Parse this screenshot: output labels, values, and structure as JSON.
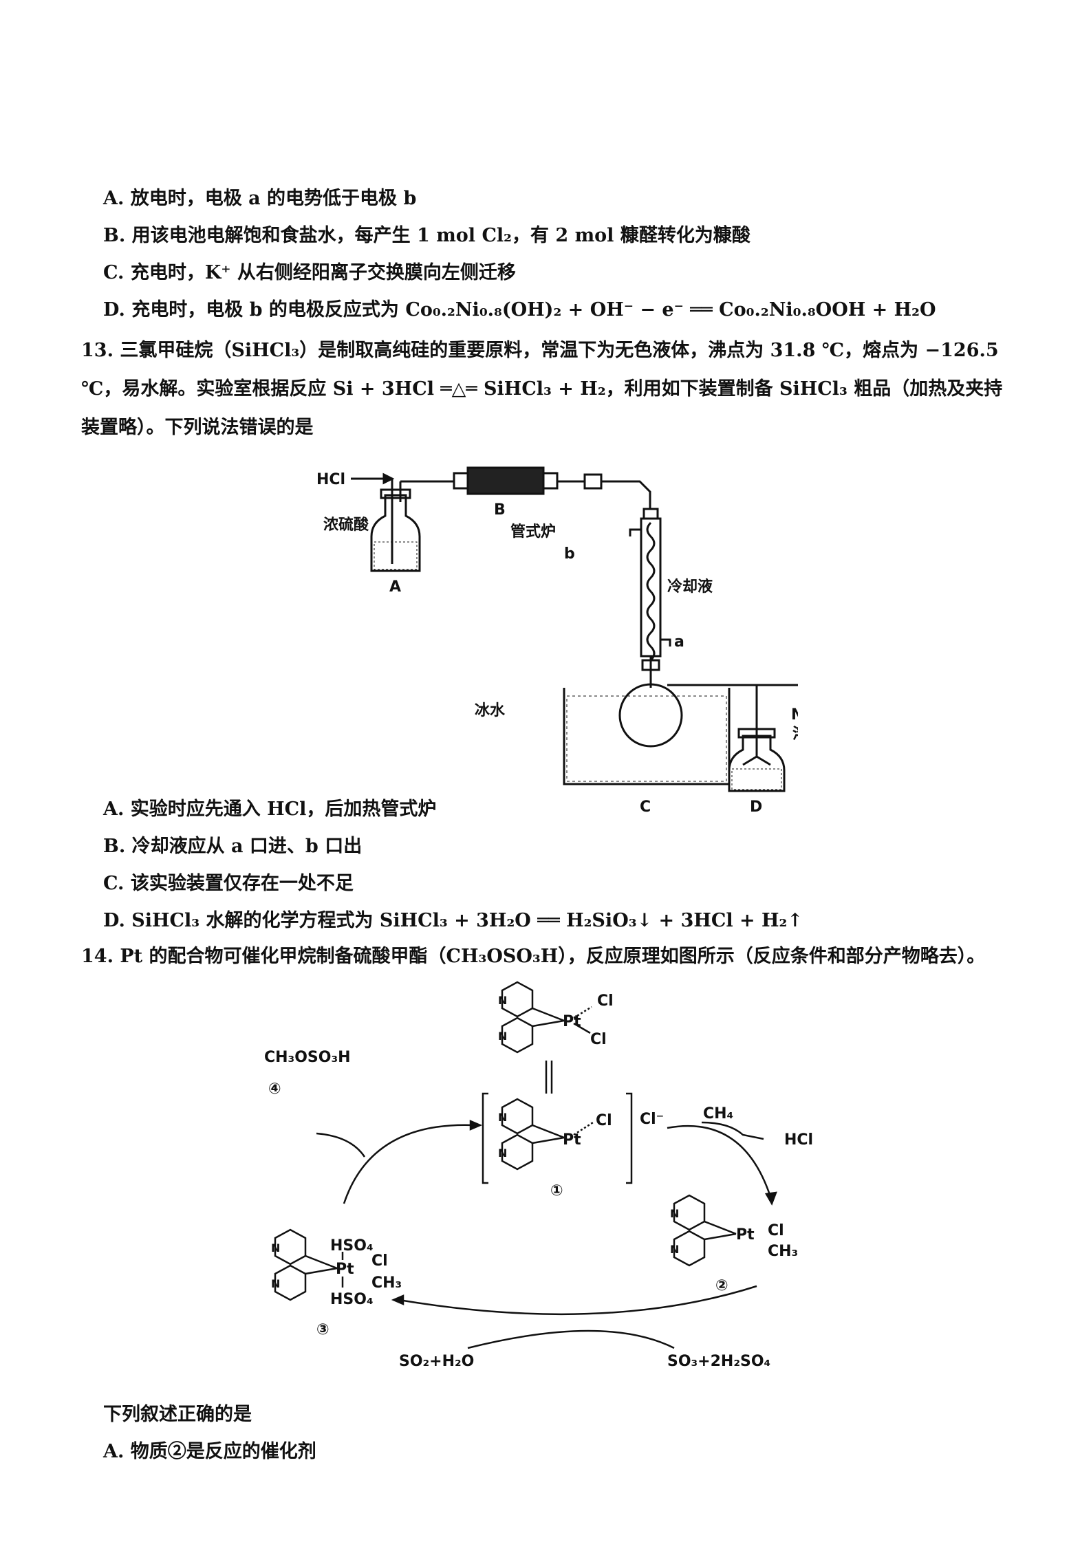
{
  "q12_options": [
    "A. 放电时，电极 a 的电势低于电极 b",
    "B. 用该电池电解饱和食盐水，每产生 1 mol Cl₂，有 2 mol 糠醛转化为糠酸",
    "C. 充电时，K⁺ 从右侧经阳离子交换膜向左侧迁移",
    "D. 充电时，电极 b 的电极反应式为 Co₀.₂Ni₀.₈(OH)₂ + OH⁻ − e⁻ ══ Co₀.₂Ni₀.₈OOH + H₂O"
  ],
  "q13": {
    "stem": "13. 三氯甲硅烷（SiHCl₃）是制取高纯硅的重要原料，常温下为无色液体，沸点为 31.8 ℃，熔点为 −126.5 ℃，易水解。实验室根据反应 Si + 3HCl ═△═ SiHCl₃ + H₂，利用如下装置制备 SiHCl₃ 粗品（加热及夹持装置略）。下列说法错误的是",
    "figure": {
      "hcl": "HCl",
      "b_label": "B",
      "furnace": "管式炉",
      "acid": "浓硫酸",
      "a_label": "A",
      "port_b": "b",
      "coolant": "冷却液",
      "port_a": "a",
      "ice": "冰水",
      "naoh": "NaOH",
      "solution": "溶液",
      "c_label": "C",
      "d_label": "D"
    },
    "options": [
      "A. 实验时应先通入 HCl，后加热管式炉",
      "B. 冷却液应从 a 口进、b 口出",
      "C. 该实验装置仅存在一处不足",
      "D. SiHCl₃ 水解的化学方程式为 SiHCl₃ + 3H₂O ══ H₂SiO₃↓ + 3HCl + H₂↑"
    ]
  },
  "q14": {
    "stem": "14. Pt 的配合物可催化甲烷制备硫酸甲酯（CH₃OSO₃H），反应原理如图所示（反应条件和部分产物略去）。",
    "figure": {
      "cl": "Cl",
      "pt": "Pt",
      "n": "N",
      "cl_minus": "Cl⁻",
      "ch4": "CH₄",
      "hcl": "HCl",
      "ch3": "CH₃",
      "hso4": "HSO₄",
      "product": "CH₃OSO₃H",
      "so2_h2o": "SO₂+H₂O",
      "so3_h2so4": "SO₃+2H₂SO₄",
      "l1": "①",
      "l2": "②",
      "l3": "③",
      "l4": "④"
    },
    "question": "下列叙述正确的是",
    "option_a": "A. 物质②是反应的催化剂"
  }
}
